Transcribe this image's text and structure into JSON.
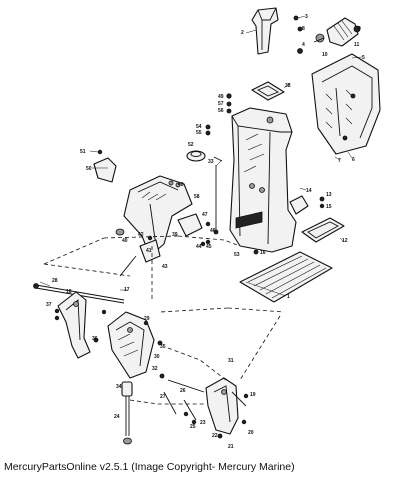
{
  "caption": "MercuryPartsOnline v2.5.1 (Image Copyright- Mercury Marine)",
  "callouts": [
    "1",
    "2",
    "3",
    "4",
    "5",
    "6",
    "7",
    "8",
    "9",
    "10",
    "11",
    "12",
    "13",
    "14",
    "15",
    "16",
    "17",
    "18",
    "19",
    "20",
    "21",
    "22",
    "23",
    "24",
    "25",
    "26",
    "27",
    "28",
    "29",
    "30",
    "31",
    "32",
    "33",
    "34",
    "35",
    "36",
    "37",
    "38",
    "39",
    "40",
    "41",
    "42",
    "43",
    "44",
    "45",
    "46",
    "47",
    "48",
    "49",
    "50",
    "51",
    "52",
    "53",
    "54",
    "55",
    "56",
    "57",
    "58"
  ]
}
